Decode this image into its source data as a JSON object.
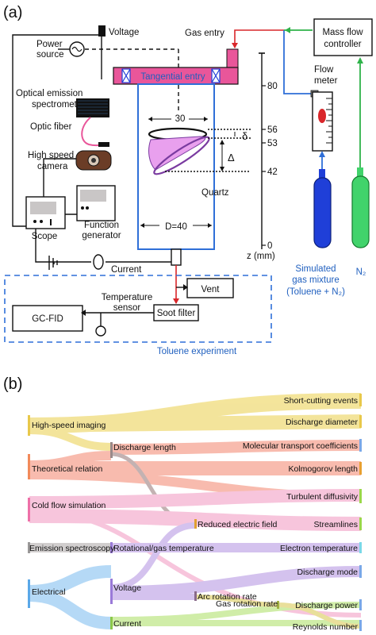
{
  "panel_a": {
    "label": "(a)",
    "labels": {
      "voltage": "Voltage",
      "gas_entry": "Gas entry",
      "power_source_1": "Power",
      "power_source_2": "source",
      "tangential_entry": "Tangential entry",
      "mass_flow_1": "Mass flow",
      "mass_flow_2": "controller",
      "flow_meter_1": "Flow",
      "flow_meter_2": "meter",
      "oes_1": "Optical emission",
      "oes_2": "spectrometer",
      "optic_fiber": "Optic fiber",
      "hs_camera_1": "High speed",
      "hs_camera_2": "camera",
      "dim_30": "30",
      "delta_small": "δ",
      "delta_big": "Δ",
      "quartz": "Quartz",
      "scope": "Scope",
      "function_gen_1": "Function",
      "function_gen_2": "generator",
      "d40": "D=40",
      "current": "Current",
      "z_mm": "z (mm)",
      "simulated_1": "Simulated",
      "simulated_2": "gas mixture",
      "simulated_3": "(Toluene + N₂)",
      "n2": "N₂",
      "vent": "Vent",
      "temp_sensor_1": "Temperature",
      "temp_sensor_2": "sensor",
      "soot_filter": "Soot filter",
      "gcfid": "GC-FID",
      "toluene_experiment": "Toluene experiment"
    },
    "z_ticks": [
      "80",
      "56",
      "53",
      "42",
      "0"
    ]
  },
  "panel_b": {
    "label": "(b)",
    "methods": [
      "High-speed imaging",
      "Theoretical relation",
      "Cold flow simulation",
      "Emission spectroscopy",
      "Electrical"
    ],
    "intermediate": [
      "Discharge length",
      "Rotational/gas temperature",
      "Voltage",
      "Current",
      "Reduced electric field",
      "Arc rotation rate",
      "Gas rotation rate"
    ],
    "outputs": [
      "Short-cutting events",
      "Discharge diameter",
      "Molecular transport coefficients",
      "Kolmogorov length",
      "Turbulent diffusivity",
      "Streamlines",
      "Electron temperature",
      "Discharge mode",
      "Discharge power",
      "Reynolds number"
    ]
  },
  "colors": {
    "pink": "#e9569a",
    "red": "#d9262a",
    "green": "#2fb34a",
    "blue_frame": "#2f6fd8",
    "n2_cyl": "#41d36b",
    "mix_cyl": "#1f3fd8",
    "yellow": "#f2e08a",
    "salmon": "#f7b0a0",
    "rose": "#f6bcd6",
    "lightblue": "#a9d3f5",
    "lavender": "#cdb8ec",
    "lightgreen": "#c8ea9a",
    "grey": "#c9c6c6"
  }
}
